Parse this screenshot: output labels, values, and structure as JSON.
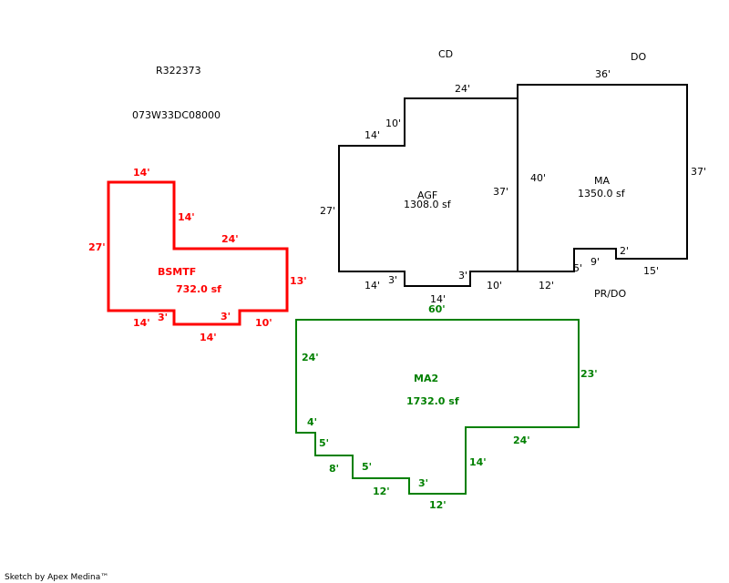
{
  "header": {
    "parcel_id": "R322373",
    "map_number": "073W33DC08000"
  },
  "colors": {
    "main": "#000000",
    "basement": "#ff0000",
    "ma2": "#008000"
  },
  "labels": {
    "cd": "CD",
    "do": "DO",
    "pr_do": "PR/DO"
  },
  "agf": {
    "name": "AGF",
    "area": "1308.0 sf",
    "dims": {
      "top": "24'",
      "step_v": "10'",
      "step_h": "14'",
      "left": "27'",
      "right": "37'",
      "bl": "14'",
      "bl_step": "3'",
      "bottom": "14'",
      "br_step": "3'",
      "br": "10'"
    }
  },
  "ma": {
    "name": "MA",
    "area": "1350.0 sf",
    "dims": {
      "top": "36'",
      "left": "40'",
      "right": "37'",
      "bottom_r": "15'",
      "step2": "2'",
      "notch": "9'",
      "step5": "5'",
      "bottom_l": "12'"
    }
  },
  "bsmtf": {
    "name": "BSMTF",
    "area": "732.0 sf",
    "dims": {
      "top": "14'",
      "inner_v": "14'",
      "inner_h": "24'",
      "left": "27'",
      "right": "13'",
      "bl": "14'",
      "bl_step": "3'",
      "bottom": "14'",
      "br_step": "3'",
      "br": "10'"
    }
  },
  "ma2": {
    "name": "MA2",
    "area": "1732.0 sf",
    "dims": {
      "top": "60'",
      "left": "24'",
      "right": "23'",
      "inner_h": "24'",
      "inner_v": "14'",
      "s4": "4'",
      "s5a": "5'",
      "s8": "8'",
      "s5b": "5'",
      "s12a": "12'",
      "s3": "3'",
      "s12b": "12'"
    }
  },
  "footer": {
    "credit": "Sketch by Apex Medina™"
  }
}
